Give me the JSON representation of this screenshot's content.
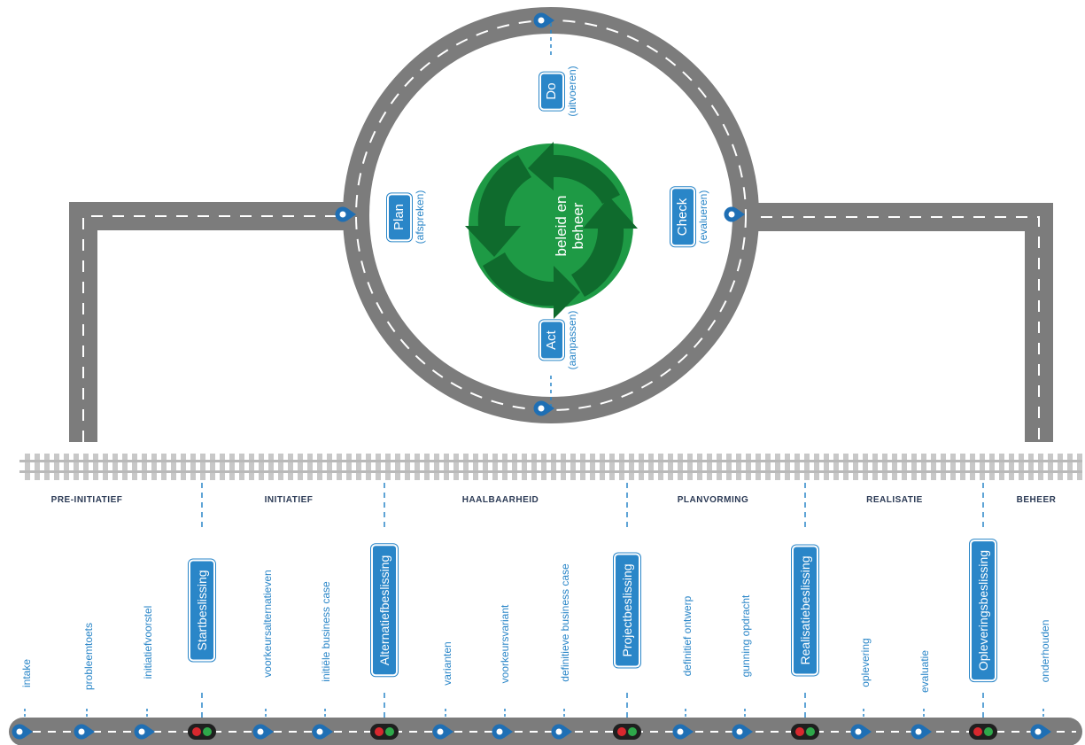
{
  "center": {
    "line1": "beleid en",
    "line2": "beheer"
  },
  "pdca": {
    "do": {
      "label": "Do",
      "sub": "(uitvoeren)"
    },
    "plan": {
      "label": "Plan",
      "sub": "(afspreken)"
    },
    "check": {
      "label": "Check",
      "sub": "(evalueren)"
    },
    "act": {
      "label": "Act",
      "sub": "(aanpassen)"
    }
  },
  "phases": [
    "PRE-INITIATIEF",
    "INITIATIEF",
    "HAALBAARHEID",
    "PLANVORMING",
    "REALISATIE",
    "BEHEER"
  ],
  "steps": [
    "intake",
    "probleemtoets",
    "initiatiefvoorstel",
    "voorkeursalternatieven",
    "initiële business case",
    "varianten",
    "voorkeursvariant",
    "definitieve business case",
    "definitief ontwerp",
    "gunning opdracht",
    "oplevering",
    "evaluatie",
    "onderhouden"
  ],
  "decisions": [
    "Startbeslissing",
    "Alternatiefbeslissing",
    "Projectbeslissing",
    "Realisatiebeslissing",
    "Opleveringsbeslissing"
  ],
  "colors": {
    "road": "#7c7c7c",
    "marker": "#1f6fb4",
    "label_blue": "#2a86c8",
    "circle_green": "#1e9a45",
    "arrow_green": "#0f6b2d",
    "phase_text": "#2b3a55",
    "rail": "#c8c8c8"
  },
  "icons": {
    "pin": "map-pin-icon",
    "traffic_light": "traffic-light-icon",
    "cycle": "cycle-arrows-icon"
  }
}
